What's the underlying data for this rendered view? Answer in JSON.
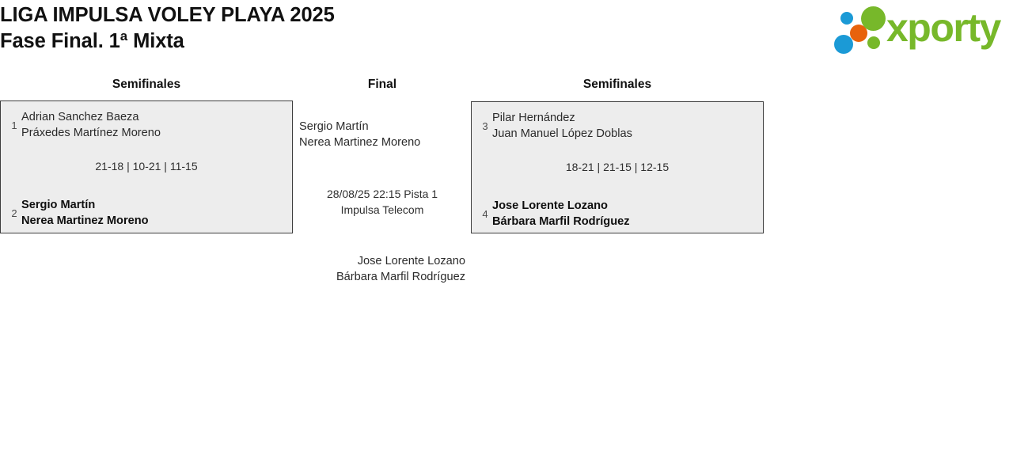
{
  "header": {
    "title_line1": "LIGA IMPULSA VOLEY PLAYA 2025",
    "title_line2": "Fase Final. 1ª Mixta",
    "logo_text": "xporty",
    "logo_colors": {
      "blue": "#1b9ad6",
      "orange": "#e8620c",
      "green": "#77b82a"
    }
  },
  "bracket": {
    "rounds": {
      "left_title": "Semifinales",
      "final_title": "Final",
      "right_title": "Semifinales"
    },
    "match_left": {
      "team_top": {
        "seed": "1",
        "player1": "Adrian Sanchez Baeza",
        "player2": "Práxedes Martínez Moreno",
        "winner": false
      },
      "team_bottom": {
        "seed": "2",
        "player1": "Sergio Martín",
        "player2": "Nerea Martinez Moreno",
        "winner": true
      },
      "score": "21-18 | 10-21 | 11-15"
    },
    "match_right": {
      "team_top": {
        "seed": "3",
        "player1": "Pilar Hernández",
        "player2": "Juan Manuel López Doblas",
        "winner": false
      },
      "team_bottom": {
        "seed": "4",
        "player1": "Jose Lorente Lozano",
        "player2": "Bárbara Marfil Rodríguez",
        "winner": true
      },
      "score": "18-21 | 21-15 | 12-15"
    },
    "match_final": {
      "team_top": {
        "player1": "Sergio Martín",
        "player2": "Nerea Martinez Moreno"
      },
      "team_bottom": {
        "player1": "Jose Lorente Lozano",
        "player2": "Bárbara Marfil Rodríguez"
      },
      "info_line1": "28/08/25 22:15 Pista 1",
      "info_line2": "Impulsa Telecom"
    }
  },
  "theme": {
    "box_fill": "#ededed",
    "box_border": "#3d3d3d",
    "text": "#2b2b2b"
  }
}
